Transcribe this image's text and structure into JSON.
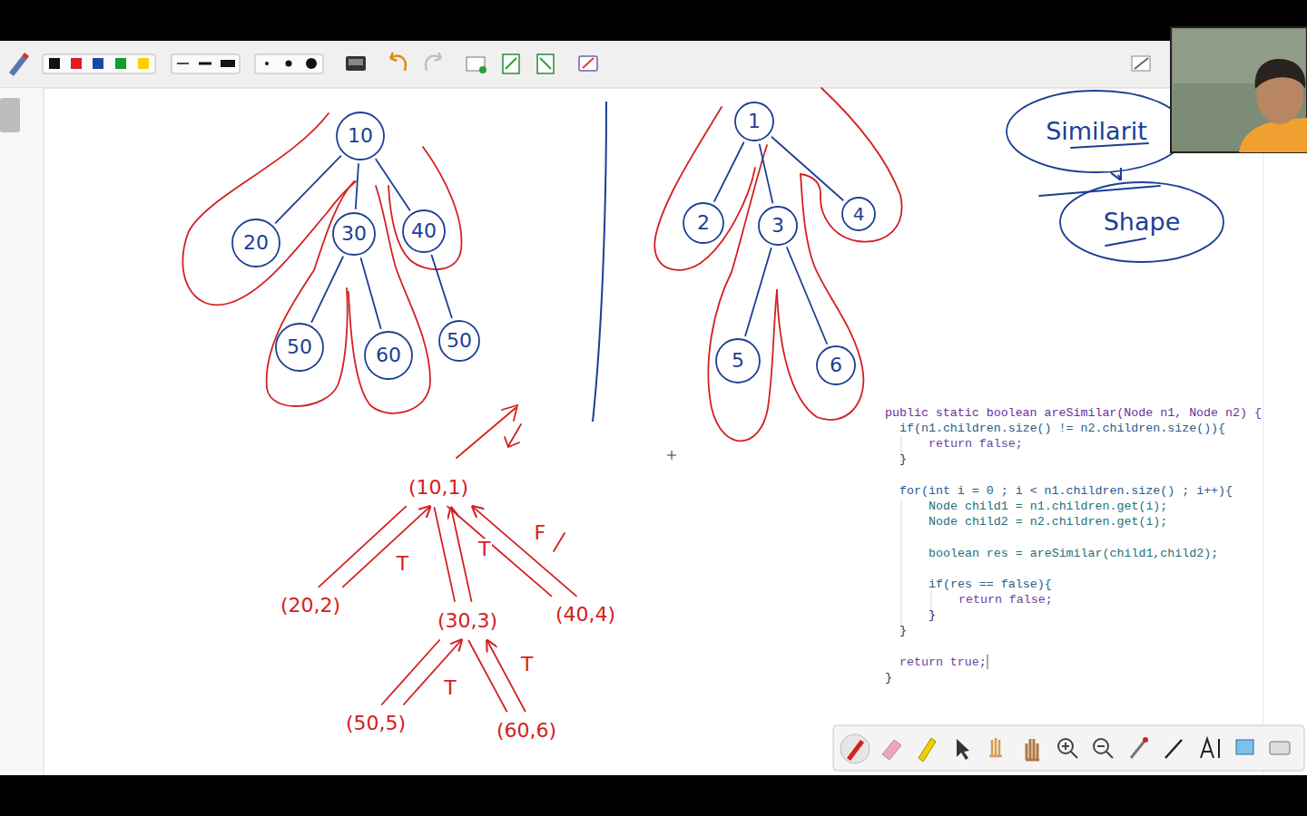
{
  "diagram": {
    "nodes": [
      {
        "text": [
          "10"
        ]
      },
      {
        "text": [
          "20"
        ]
      },
      {
        "text": [
          "30"
        ]
      },
      {
        "text": [
          "40"
        ]
      },
      {
        "text": [
          "50"
        ]
      },
      {
        "text": [
          "60"
        ]
      },
      {
        "text": [
          "50"
        ]
      },
      {
        "text": [
          "1"
        ]
      },
      {
        "text": [
          "2"
        ]
      },
      {
        "text": [
          "3"
        ]
      },
      {
        "text": [
          "4"
        ]
      },
      {
        "text": [
          "5"
        ]
      },
      {
        "text": [
          "6"
        ]
      },
      {
        "text": [
          "Similarit"
        ]
      },
      {
        "text": [
          "Shape"
        ]
      },
      {
        "text": [
          "(10,1)"
        ]
      },
      {
        "text": [
          "(20,2)"
        ]
      },
      {
        "text": [
          "(30,3)"
        ]
      },
      {
        "text": [
          "(40,4)"
        ]
      },
      {
        "text": [
          "(50,5)"
        ]
      },
      {
        "text": [
          "(60,6)"
        ]
      }
    ],
    "edges": [
      {
        "from": 0,
        "to": 1,
        "arrow": "none"
      },
      {
        "from": 0,
        "to": 2,
        "arrow": "none"
      },
      {
        "from": 0,
        "to": 3,
        "arrow": "none"
      },
      {
        "from": 2,
        "to": 4,
        "arrow": "none"
      },
      {
        "from": 2,
        "to": 5,
        "arrow": "none"
      },
      {
        "from": 3,
        "to": 6,
        "arrow": "none"
      },
      {
        "from": 7,
        "to": 8,
        "arrow": "none"
      },
      {
        "from": 7,
        "to": 9,
        "arrow": "none"
      },
      {
        "from": 7,
        "to": 10,
        "arrow": "none"
      },
      {
        "from": 9,
        "to": 11,
        "arrow": "none"
      },
      {
        "from": 9,
        "to": 12,
        "arrow": "none"
      },
      {
        "from": 13,
        "to": 14,
        "arrow": "to"
      },
      {
        "from": 15,
        "to": 16,
        "arrow": "none"
      },
      {
        "from": 16,
        "to": 15,
        "label": "T",
        "arrow": "to"
      },
      {
        "from": 15,
        "to": 17,
        "arrow": "none"
      },
      {
        "from": 17,
        "to": 15,
        "label": "T",
        "arrow": "to"
      },
      {
        "from": 15,
        "to": 18,
        "arrow": "none"
      },
      {
        "from": 18,
        "to": 15,
        "label": "F",
        "arrow": "to"
      },
      {
        "from": 17,
        "to": 19,
        "arrow": "none"
      },
      {
        "from": 19,
        "to": 17,
        "label": "T",
        "arrow": "to"
      },
      {
        "from": 17,
        "to": 20,
        "arrow": "none"
      },
      {
        "from": 20,
        "to": 17,
        "label": "T",
        "arrow": "to"
      }
    ],
    "labels": [
      "public static boolean areSimilar(Node n1, Node n2) {",
      "if(n1.children.size() != n2.children.size()){",
      "return false;",
      "}",
      "for(int i = 0 ; i < n1.children.size() ; i++){",
      "Node child1 = n1.children.get(i);",
      "Node child2 = n2.children.get(i);",
      "boolean res = areSimilar(child1,child2);",
      "if(res == false){",
      "return false;",
      "}",
      "}",
      "return true;",
      "}"
    ]
  }
}
